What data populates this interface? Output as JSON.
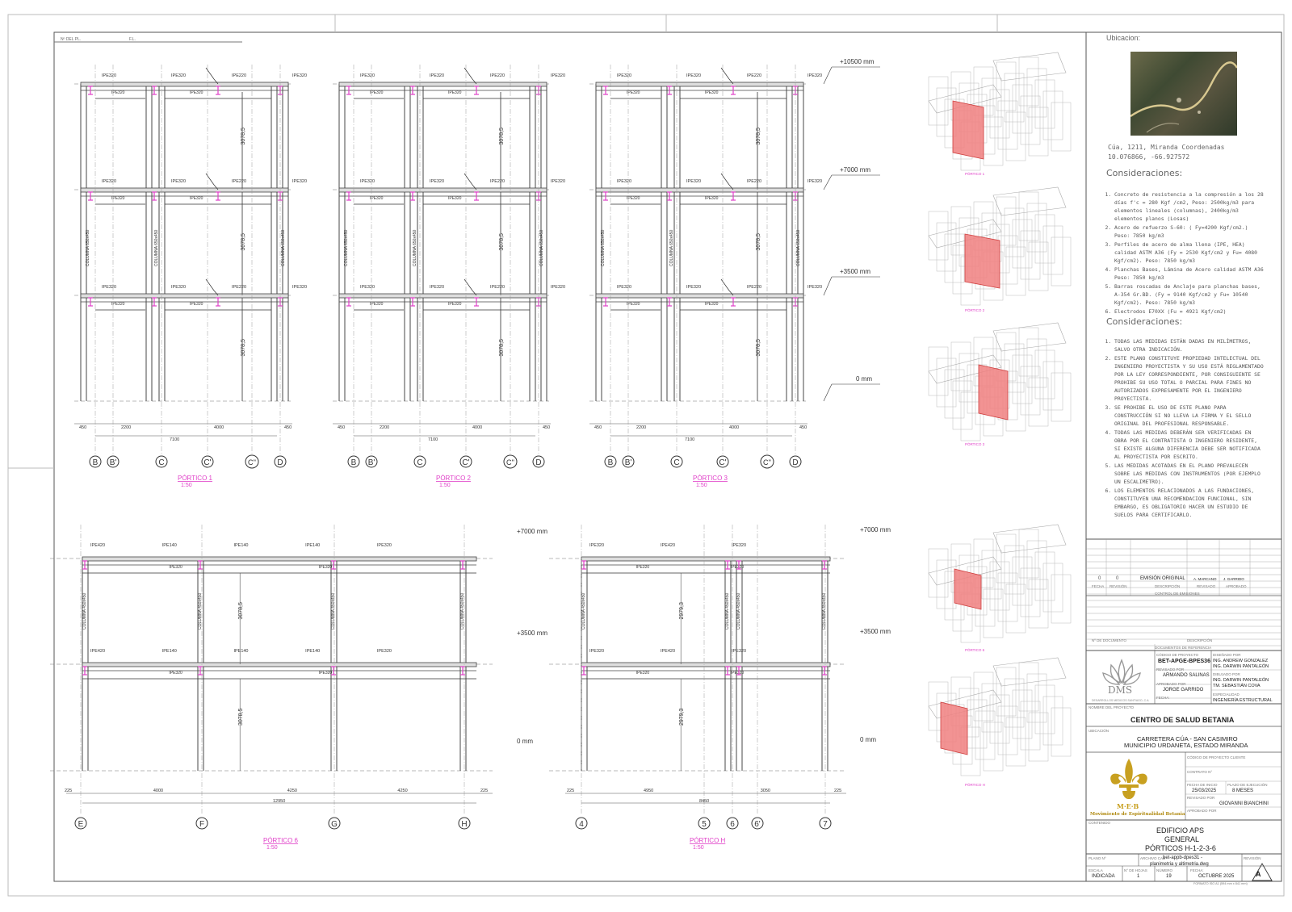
{
  "sheet": {
    "top_left_a": "Nº DEL PL.",
    "top_left_b": "F.L."
  },
  "frames": [
    {
      "key": "p1",
      "title": "PÓRTICO 1",
      "scale": "1:50",
      "axes": [
        "B",
        "B'",
        "C",
        "C'",
        "C''",
        "D"
      ],
      "dims": [
        "450",
        "2200",
        "4000",
        "450"
      ],
      "total": "7100",
      "story_dims": [
        "3078,5",
        "3078,5",
        "3078,5"
      ],
      "column_labels": [
        "COLUMNA 650x450",
        "COLUMNA 650x450",
        "COLUMNA 650x450"
      ],
      "beams": [
        "IPE320",
        "IPE320",
        "IPE220",
        "IPE320"
      ]
    },
    {
      "key": "p2",
      "title": "PÓRTICO 2",
      "scale": "1:50",
      "axes": [
        "B",
        "B'",
        "C",
        "C'",
        "C''",
        "D"
      ],
      "dims": [
        "450",
        "2200",
        "4000",
        "450"
      ],
      "total": "7100",
      "story_dims": [
        "3078,5",
        "3078,5",
        "3078,5"
      ],
      "column_labels": [
        "COLUMNA 650x450",
        "COLUMNA 650x450",
        "COLUMNA 650x450"
      ],
      "beams": [
        "IPE320",
        "IPE320",
        "IPE220",
        "IPE320"
      ]
    },
    {
      "key": "p3",
      "title": "PÓRTICO 3",
      "scale": "1:50",
      "axes": [
        "B",
        "B'",
        "C",
        "C'",
        "C''",
        "D"
      ],
      "dims": [
        "450",
        "2200",
        "4000",
        "450"
      ],
      "total": "7100",
      "story_dims": [
        "3078,5",
        "3078,5",
        "3078,5"
      ],
      "column_labels": [
        "COLUMNA 650x450",
        "COLUMNA 650x450",
        "COLUMNA 650x450"
      ],
      "beams": [
        "IPE320",
        "IPE320",
        "IPE220",
        "IPE320"
      ]
    }
  ],
  "levels_top": [
    "+10500 mm",
    "+7000 mm",
    "+3500 mm",
    "0 mm"
  ],
  "portico6": {
    "title": "PÓRTICO 6",
    "scale": "1:50",
    "axes": [
      "E",
      "F",
      "G",
      "H"
    ],
    "dims": [
      "225",
      "4000",
      "4250",
      "4250",
      "225"
    ],
    "total": "12950",
    "story_dims": [
      "3078,5",
      "3078,5"
    ],
    "column_label": "COLUMNA 450x450",
    "beams": [
      "IPE420",
      "IPE140",
      "IPE140",
      "IPE140",
      "IPE320"
    ]
  },
  "porticoH": {
    "title": "PÓRTICO H",
    "scale": "1:50",
    "axes": [
      "4",
      "5",
      "6",
      "6'",
      "7"
    ],
    "dims": [
      "225",
      "4950",
      "3050",
      "225"
    ],
    "total": "8450",
    "story_dims": [
      "2979,3",
      "2979,3"
    ],
    "column_label": "COLUMNA 450x450",
    "beams": [
      "IPE320",
      "IPE420",
      "IPE320"
    ]
  },
  "levels_bottom": [
    "+7000 mm",
    "+3500 mm",
    "0 mm"
  ],
  "iso_labels": [
    "PÓRTICO 1",
    "PÓRTICO 2",
    "PÓRTICO 3",
    "PÓRTICO 6",
    "PÓRTICO H"
  ],
  "panel": {
    "ubicacion_label": "Ubicacion:",
    "location_line1": "Cúa, 1211, Miranda Coordenadas",
    "location_line2": "10.076866, -66.927572",
    "consider_title_1": "Consideraciones:",
    "consider_list_1": [
      "Concreto de resistencia a la compresión a los 28 días f'c = 280 Kgf /cm2, Peso: 2500kg/m3 para elementos lineales (columnas), 2400kg/m3 elementos planos (Losas)",
      "Acero de refuerzo S-60: ( Fy=4200 Kgf/cm2.) Peso: 7850 kg/m3",
      "Perfiles de acero de alma llena (IPE, HEA) calidad ASTM A36 (Fy = 2530 Kgf/cm2 y Fu= 4080 Kgf/cm2). Peso: 7850 kg/m3",
      "Planchas Bases, Lámina de Acero calidad ASTM A36 Peso: 7850 kg/m3",
      "Barras roscadas de Anclaje para planchas bases, A-354 Gr.BD. (Fy = 9140 Kgf/cm2 y Fu= 10540 Kgf/cm2). Peso: 7850 kg/m3",
      "Electrodos E70XX (Fu = 4921 Kgf/cm2)"
    ],
    "consider_title_2": "Consideraciones:",
    "consider_list_2": [
      "TODAS LAS MEDIDAS ESTÁN DADAS EN MILÍMETROS, SALVO OTRA INDICACIÓN.",
      "ESTE PLANO CONSTITUYE PROPIEDAD INTELECTUAL DEL INGENIERO PROYECTISTA Y SU USO ESTÁ REGLAMENTADO POR LA LEY CORRESPONDIENTE, POR CONSIGUIENTE SE PROHIBE SU USO TOTAL O PARCIAL PARA FINES NO AUTORIZADOS EXPRESAMENTE POR EL INGENIERO PROYECTISTA.",
      "SE PROHIBE EL USO DE ESTE PLANO PARA CONSTRUCCIÓN SI NO LLEVA LA FIRMA Y EL SELLO ORIGINAL DEL PROFESIONAL RESPONSABLE.",
      "TODAS LAS MEDIDAS DEBERÁN SER VERIFICADAS EN OBRA POR EL CONTRATISTA O INGENIERO RESIDENTE, SI EXISTE ALGUNA DIFERENCIA DEBE SER NOTIFICADA AL PROYECTISTA POR ESCRITO.",
      "LAS MEDIDAS ACOTADAS EN EL PLANO PREVALECEN SOBRE LAS MEDIDAS CON INSTRUMENTOS (POR EJEMPLO UN ESCALIMETRO).",
      "LOS ELEMENTOS RELACIONADOS A LAS FUNDACIONES, CONSTITUYEN UNA RECOMENDACION FUNCIONAL, SIN EMBARGO, ES OBLIGATORIO HACER UN ESTUDIO DE SUELOS PARA CERTIFICARLO."
    ]
  },
  "titleblock": {
    "rev_row": [
      "0",
      "0",
      "EMISIÓN ORIGINAL",
      "A. MARCANO",
      "J. GARRIDO"
    ],
    "rev_head": [
      "FECHA",
      "REVISIÓN",
      "DESCRIPCIÓN",
      "REVISADO",
      "APROBADO"
    ],
    "control": "CONTROL DE EMISIONES",
    "doc_head": [
      "Nº DE DOCUMENTO",
      "DESCRIPCIÓN"
    ],
    "doc_ref": "DOCUMENTOS DE REFERENCIA",
    "codigo_label": "CÓDIGO DE PROYECTO",
    "codigo": "BET-APGE-BPES36",
    "revisado_label": "REVISADO POR",
    "revisado": "ARMANDO SALINAS",
    "aprobado_label": "APROBADO POR",
    "aprobado": "JORGE GARRIDO",
    "fecha_label": "FECHA:",
    "disenado_label": "DISEÑADO POR",
    "disenado_1": "ING. ANDREW GONZALEZ",
    "disenado_2": "ING. DARWIN PANTALEÓN",
    "dibujado_label": "DIBUJADO POR",
    "dibujado_1": "ING. DARWIN PANTALEÓN",
    "dibujado_2": "TM. SEBASTIÁN COVA",
    "especialidad_label": "ESPECIALIDAD",
    "especialidad": "INGENIERÍA ESTRUCTURAL",
    "dms_logo": "DMS",
    "dms_sub": "DESARROLLOS MEDICOS SANTIAGO, C.A.",
    "proyecto_label": "NOMBRE DEL PROYECTO",
    "proyecto": "CENTRO DE SALUD BETANIA",
    "ubicacion_label": "UBICACIÓN",
    "ubic_1": "CARRETERA CÚA - SAN CASIMIRO",
    "ubic_2": "MUNICIPIO URDANETA, ESTADO MIRANDA",
    "cliente_label": "CÓDIGO DE PROYECTO CLIENTE",
    "contrato_label": "CONTRATO N°",
    "fecha_inicio_label": "FECHA DE INICIO",
    "fecha_inicio": "25/03/2025",
    "plazo_label": "PLAZO DE EJECUCIÓN",
    "plazo": "8 MESES",
    "revisado2_label": "REVISADO POR",
    "revisado2": "GIOVANNI BIANCHINI",
    "aprobado2_label": "APROBADO POR",
    "meb_logo": "M·E·B",
    "meb_name": "Movimiento de Espiritualidad Betania",
    "contenido_label": "CONTENIDO",
    "cont_1": "EDIFICIO APS",
    "cont_2": "GENERAL",
    "cont_3": "PÓRTICOS H-1-2-3-6",
    "plano_label": "PLANO Nº",
    "archivo_label": "ARCHIVO CAD",
    "archivo_1": "bet-appb-dpes31 -",
    "archivo_2": "planimetria y altimetria.dwg",
    "revision_label": "REVISIÓN",
    "revision": "A",
    "escala_label": "ESCALA",
    "escala": "INDICADA",
    "hojas_label": "N° DE HOJAS",
    "hojas": "1",
    "numero_label": "NÚMERO",
    "numero": "19",
    "fecha2_label": "FECHA:",
    "fecha2": "OCTUBRE 2025",
    "formato": "FORMATO ISO A1 (594 mm x 841 mm)"
  },
  "colors": {
    "magenta": "#e040c8",
    "red_fill": "#f08080",
    "line": "#333333",
    "gold": "#c8a020"
  }
}
